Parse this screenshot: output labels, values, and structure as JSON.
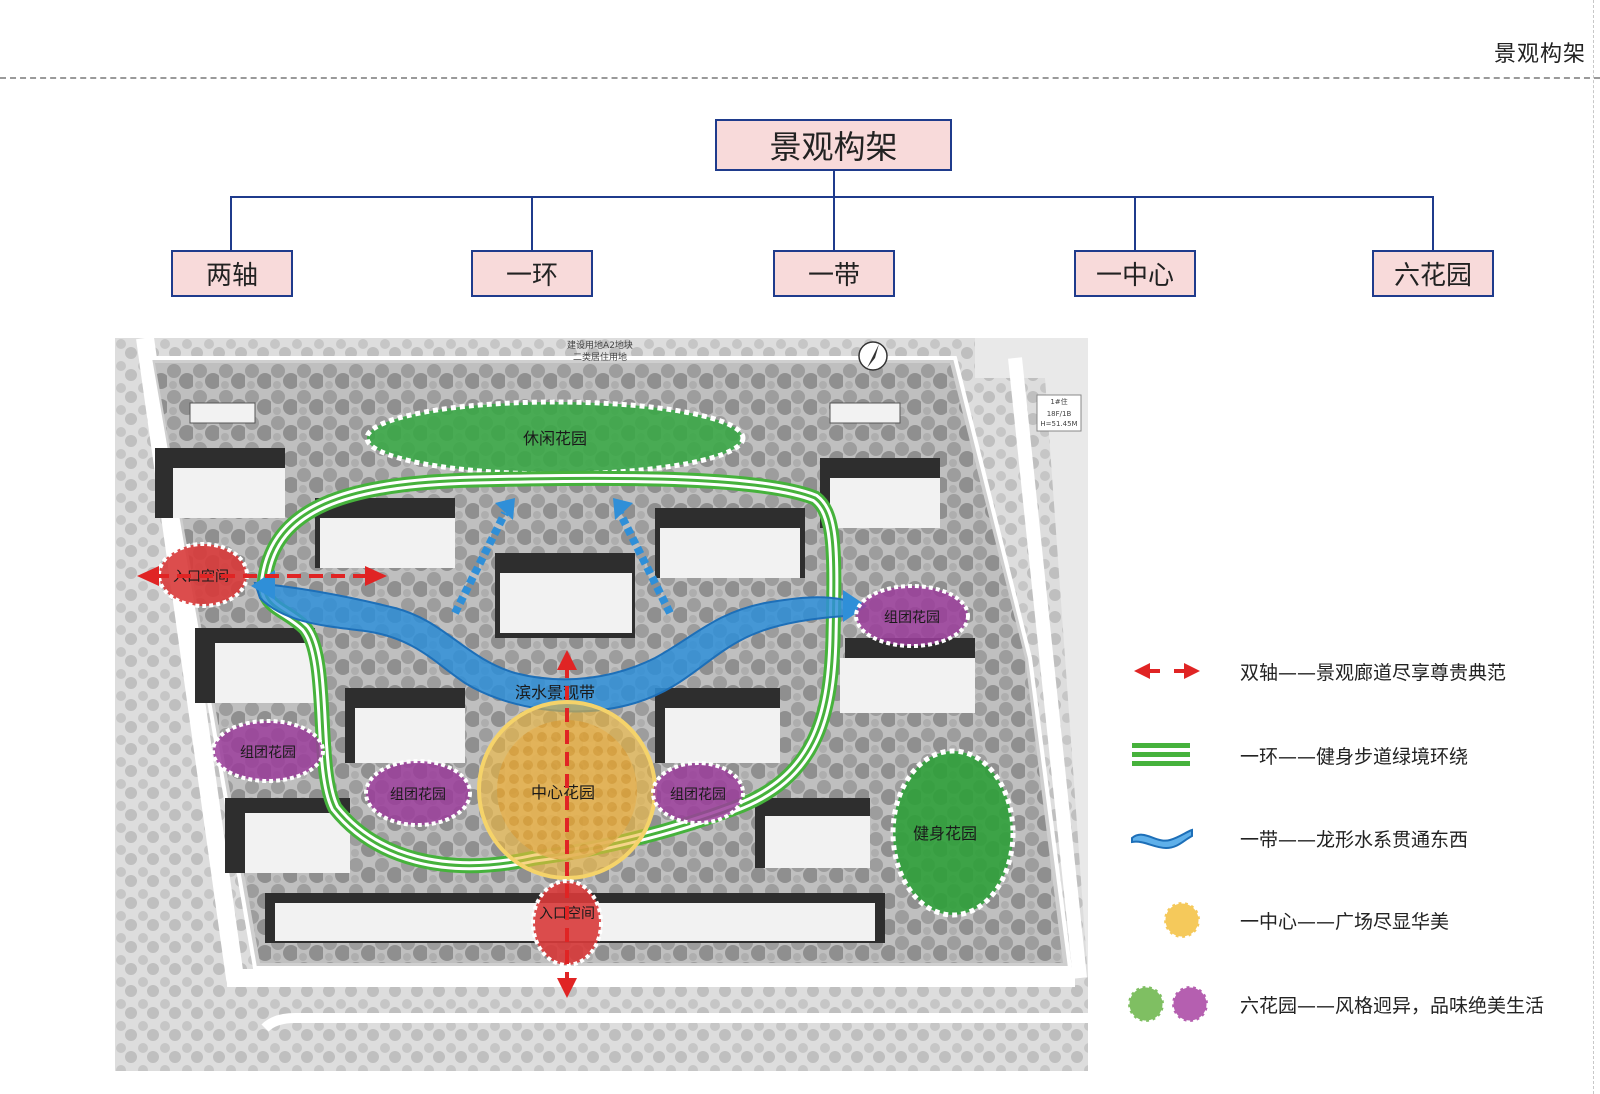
{
  "header": {
    "title": "景观构架"
  },
  "tree": {
    "root": "景观构架",
    "children": [
      "两轴",
      "一环",
      "一带",
      "一中心",
      "六花园"
    ]
  },
  "plan": {
    "top_note_line1": "建设用地A2地块",
    "top_note_line2": "二类居住用地",
    "side_note_line1": "1#住",
    "side_note_line2": "18F/1B",
    "side_note_line3": "H=51.45M",
    "labels": {
      "leisure_garden": "休闲花园",
      "entrance_west": "入口空间",
      "entrance_south": "入口空间",
      "cluster_east": "组团花园",
      "cluster_west": "组团花园",
      "cluster_center_left": "组团花园",
      "cluster_center_right": "组团花园",
      "waterfront_belt": "滨水景观带",
      "central_garden": "中心花园",
      "fitness_garden": "健身花园"
    }
  },
  "legend": [
    {
      "icon": "red-double-arrow-icon",
      "text": "双轴——景观廊道尽享尊贵典范"
    },
    {
      "icon": "green-triple-stripe-icon",
      "text": "一环——健身步道绿境环绕"
    },
    {
      "icon": "blue-wave-icon",
      "text": "一带——龙形水系贯通东西"
    },
    {
      "icon": "yellow-gear-circle-icon",
      "text": "一中心——广场尽显华美"
    },
    {
      "icon": "green-purple-gear-circles-icon",
      "text": "六花园——风格迥异，品味绝美生活"
    }
  ],
  "colors": {
    "box_fill": "#f8dada",
    "box_border": "#1f3b8c",
    "axis_red": "#e02424",
    "ring_green": "#46b23c",
    "water_blue": "#2f8fd8",
    "center_yellow": "#f2b93b",
    "garden_green": "#2fa03a",
    "garden_purple": "#9b3d9b"
  }
}
